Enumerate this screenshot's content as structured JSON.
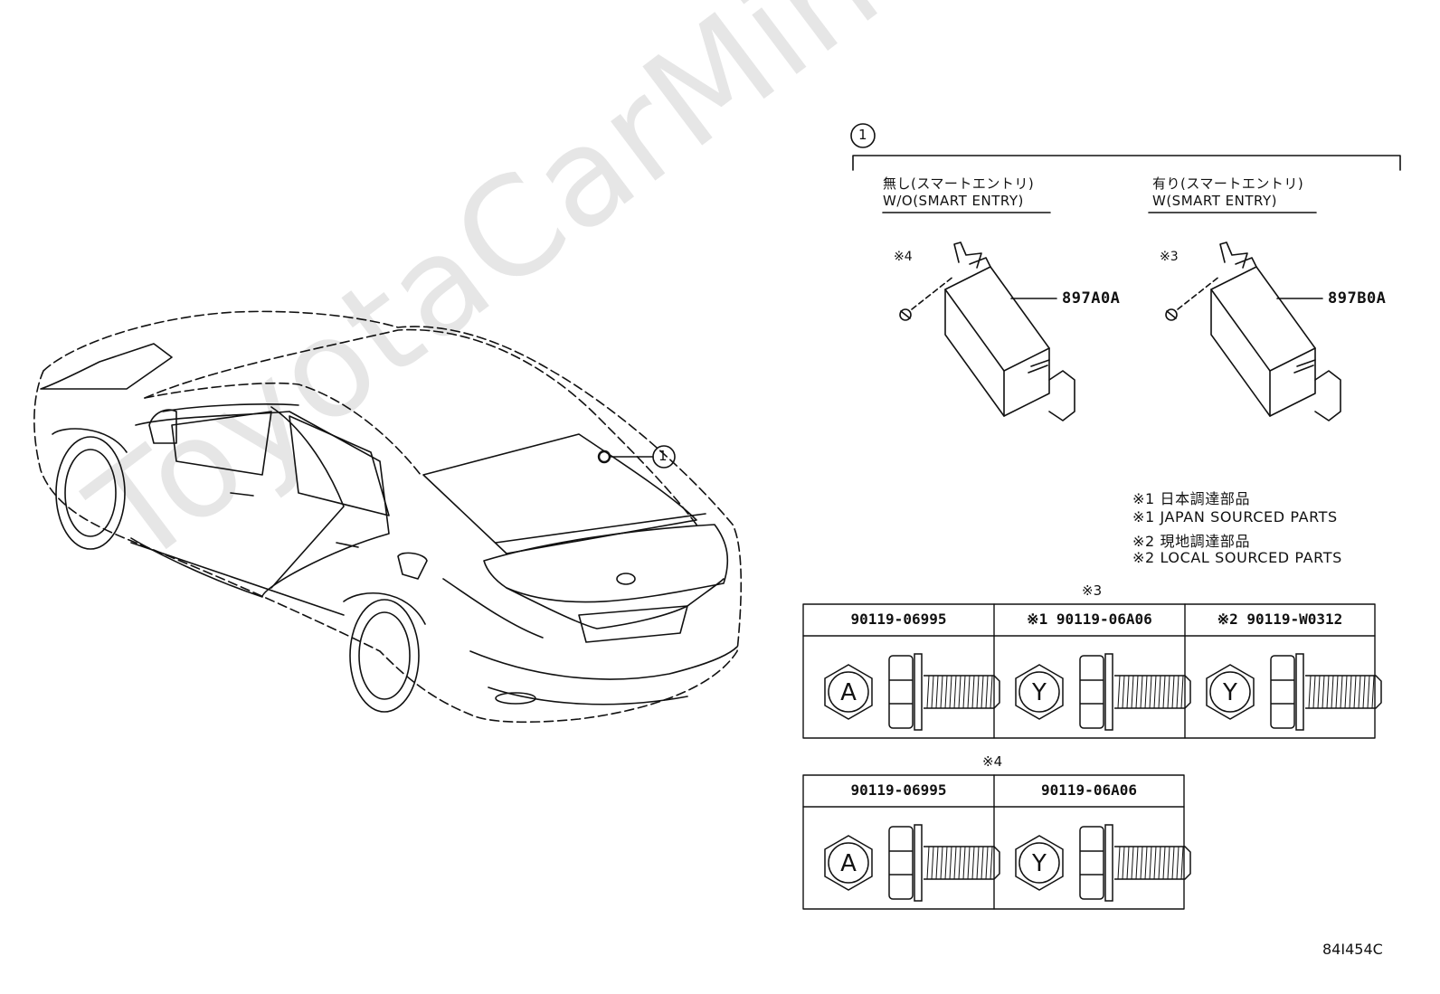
{
  "watermark": "ToyotaCarMine.ru",
  "callout_car": "1",
  "group": {
    "number": "1",
    "left": {
      "label_jp": "無し(スマートエントリ)",
      "label_en": "W/O(SMART ENTRY)",
      "screw_note": "※4",
      "part_number": "897A0A"
    },
    "right": {
      "label_jp": "有り(スマートエントリ)",
      "label_en": "W(SMART ENTRY)",
      "screw_note": "※3",
      "part_number": "897B0A"
    }
  },
  "notes": [
    "※1 日本調達部品",
    "※1 JAPAN SOURCED PARTS",
    "※2 現地調達部品",
    "※2 LOCAL SOURCED PARTS"
  ],
  "table3": {
    "title": "※3",
    "columns": [
      {
        "header": "90119-06995",
        "head_letter": "A"
      },
      {
        "header": "※1 90119-06A06",
        "head_letter": "Y"
      },
      {
        "header": "※2 90119-W0312",
        "head_letter": "Y"
      }
    ]
  },
  "table4": {
    "title": "※4",
    "columns": [
      {
        "header": "90119-06995",
        "head_letter": "A"
      },
      {
        "header": "90119-06A06",
        "head_letter": "Y"
      }
    ]
  },
  "figure_code": "84I454C"
}
